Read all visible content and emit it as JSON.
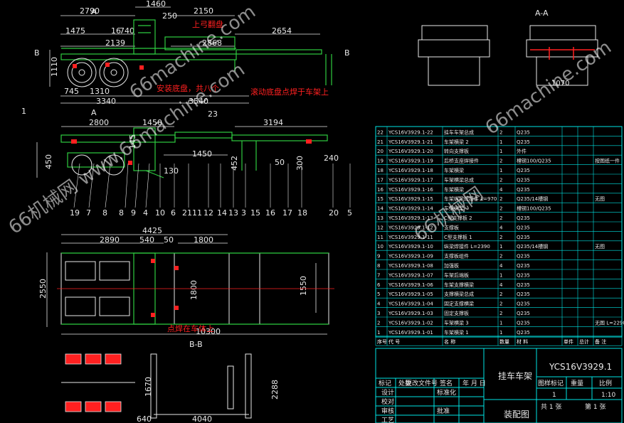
{
  "top_view": {
    "section_label_a_top": "A",
    "section_label_a_bottom": "A",
    "section_label_b_left": "B",
    "section_label_b_right": "B",
    "dims_top": [
      "2790",
      "1460",
      "250",
      "2150"
    ],
    "dims_mid": [
      "1475",
      "16",
      "740",
      "2654"
    ],
    "dims_inner": [
      "2139",
      "2868"
    ],
    "dim_left_height": "1110",
    "dims_bottom": [
      "745",
      "1310",
      "3340",
      "3540"
    ],
    "note_top": "上弓翻盘",
    "note_middle": "安装底盘，共八个",
    "note_bottom": "滚动底盘点焊于车架上"
  },
  "section_view": {
    "title": "A-A",
    "dim": "1070"
  },
  "side_view": {
    "dims_top": [
      "2800",
      "1450",
      "23",
      "3194"
    ],
    "dims_inner": [
      "1450",
      "145",
      "452",
      "300",
      "50",
      "240"
    ],
    "dims_left": [
      "450",
      "130"
    ],
    "leader_left": "1",
    "part_numbers": [
      "19",
      "7",
      "8",
      "8",
      "9",
      "4",
      "10",
      "6",
      "21",
      "11",
      "12",
      "14",
      "13",
      "3",
      "15",
      "16",
      "17",
      "18",
      "20",
      "5"
    ]
  },
  "plan_view": {
    "dims_top": [
      "4425",
      "2890",
      "540",
      "50",
      "1800"
    ],
    "dim_left": "2550",
    "dim_inner_vertical": "1800",
    "dim_right_vertical": "1550",
    "dim_bottom": "10300",
    "note": "点焊在车体上"
  },
  "bottom_view": {
    "title": "B-B",
    "dims": [
      "1670",
      "2288",
      "640",
      "4040"
    ]
  },
  "bom": {
    "rows": [
      {
        "no": "22",
        "code": "YCS16V3929.1-22",
        "name": "挂车车架总成",
        "qty": "2",
        "material": "Q235",
        "unit": "",
        "total": "",
        "note": ""
      },
      {
        "no": "21",
        "code": "YCS16V3929.1-21",
        "name": "车架横梁 2",
        "qty": "1",
        "material": "Q235",
        "unit": "",
        "total": "",
        "note": ""
      },
      {
        "no": "20",
        "code": "YCS16V3929.1-20",
        "name": "转向支撑板",
        "qty": "1",
        "material": "外件",
        "unit": "",
        "total": "",
        "note": ""
      },
      {
        "no": "19",
        "code": "YCS16V3929.1-19",
        "name": "后桥支座焊接件",
        "qty": "2",
        "material": "槽钢100/Q235",
        "unit": "",
        "total": "",
        "note": "按图纸一件"
      },
      {
        "no": "18",
        "code": "YCS16V3929.1-18",
        "name": "车架横梁",
        "qty": "1",
        "material": "Q235",
        "unit": "",
        "total": "",
        "note": ""
      },
      {
        "no": "17",
        "code": "YCS16V3929.1-17",
        "name": "车架横梁总成",
        "qty": "2",
        "material": "Q235",
        "unit": "",
        "total": "",
        "note": ""
      },
      {
        "no": "16",
        "code": "YCS16V3929.1-16",
        "name": "车架横梁",
        "qty": "4",
        "material": "Q235",
        "unit": "",
        "total": "",
        "note": ""
      },
      {
        "no": "15",
        "code": "YCS16V3929.1-15",
        "name": "车架纵梁焊接件 L=970",
        "qty": "2",
        "material": "Q235/14槽钢",
        "unit": "",
        "total": "",
        "note": "无图"
      },
      {
        "no": "14",
        "code": "YCS16V3929.1-14",
        "name": "车架纵梁",
        "qty": "2",
        "material": "槽钢100/Q235",
        "unit": "",
        "total": "",
        "note": ""
      },
      {
        "no": "13",
        "code": "YCS16V3929.1-13",
        "name": "C型支撑板 2",
        "qty": "2",
        "material": "Q235",
        "unit": "",
        "total": "",
        "note": ""
      },
      {
        "no": "12",
        "code": "YCS16V3929.1-12",
        "name": "支撑板",
        "qty": "4",
        "material": "Q235",
        "unit": "",
        "total": "",
        "note": ""
      },
      {
        "no": "11",
        "code": "YCS16V3929.1-11",
        "name": "C型支撑板 1",
        "qty": "2",
        "material": "Q235",
        "unit": "",
        "total": "",
        "note": ""
      },
      {
        "no": "10",
        "code": "YCS16V3929.1-10",
        "name": "纵梁焊接件 L=2390",
        "qty": "1",
        "material": "Q235/14槽钢",
        "unit": "",
        "total": "",
        "note": "无图"
      },
      {
        "no": "9",
        "code": "YCS16V3929.1-09",
        "name": "支撑板组件",
        "qty": "2",
        "material": "Q235",
        "unit": "",
        "total": "",
        "note": ""
      },
      {
        "no": "8",
        "code": "YCS16V3929.1-08",
        "name": "加强板",
        "qty": "4",
        "material": "Q235",
        "unit": "",
        "total": "",
        "note": ""
      },
      {
        "no": "7",
        "code": "YCS16V3929.1-07",
        "name": "车架后端板",
        "qty": "1",
        "material": "Q235",
        "unit": "",
        "total": "",
        "note": ""
      },
      {
        "no": "6",
        "code": "YCS16V3929.1-06",
        "name": "车架支撑横梁",
        "qty": "4",
        "material": "Q235",
        "unit": "",
        "total": "",
        "note": ""
      },
      {
        "no": "5",
        "code": "YCS16V3929.1-05",
        "name": "支撑横梁总成",
        "qty": "2",
        "material": "Q235",
        "unit": "",
        "total": "",
        "note": ""
      },
      {
        "no": "4",
        "code": "YCS16V3929.1-04",
        "name": "固定支撑横梁",
        "qty": "2",
        "material": "Q235",
        "unit": "",
        "total": "",
        "note": ""
      },
      {
        "no": "3",
        "code": "YCS16V3929.1-03",
        "name": "固定支撑板",
        "qty": "2",
        "material": "Q235",
        "unit": "",
        "total": "",
        "note": ""
      },
      {
        "no": "2",
        "code": "YCS16V3929.1-02",
        "name": "车架横梁 3",
        "qty": "1",
        "material": "Q235",
        "unit": "",
        "total": "",
        "note": "无图 L=2290"
      },
      {
        "no": "1",
        "code": "YCS16V3929.1-01",
        "name": "车架横梁 1",
        "qty": "1",
        "material": "Q235",
        "unit": "",
        "total": "",
        "note": ""
      }
    ],
    "header": {
      "no": "序号",
      "code": "代  号",
      "name": "名  称",
      "qty": "数量",
      "material": "材  料",
      "unit": "单件",
      "total": "总计",
      "note": "备  注"
    }
  },
  "title_block": {
    "product_name": "挂车车架",
    "drawing_no": "YCS16V3929.1",
    "drawing_type": "装配图",
    "stage_label": "图样标记",
    "weight_label": "重量",
    "scale_label": "比例",
    "scale": "1:10",
    "sheet_total": "共 1 张",
    "sheet_no": "第 1 张",
    "quantity": "1",
    "labels": [
      "标记",
      "处数",
      "更改文件号",
      "签名",
      "年 月 日",
      "设计",
      "标准化",
      "审核",
      "校对",
      "工艺",
      "批准"
    ]
  },
  "watermark": {
    "text_main": "66机械网 www.66machine.com",
    "text_site": "66machine.com",
    "text_brand": "66机械网"
  },
  "colors": {
    "background": "#000000",
    "line_green": "#2ecc40",
    "line_cyan": "#00e5e5",
    "line_white": "#e8e8e8",
    "line_red": "#ff2020",
    "line_yellow": "#ffe600",
    "line_magenta": "#ff40ff",
    "watermark": "#ffffff"
  }
}
